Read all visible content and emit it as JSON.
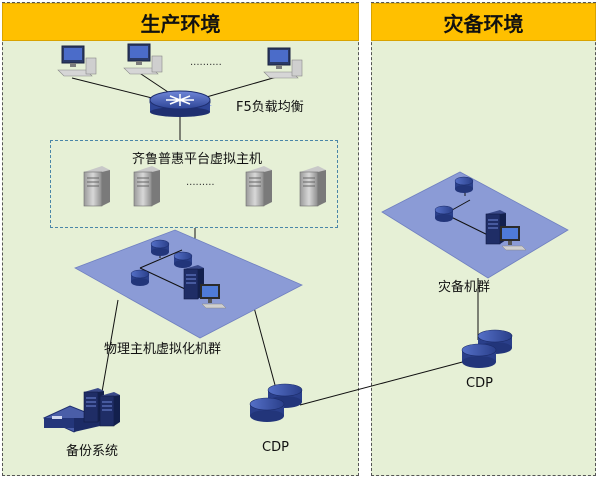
{
  "production_env": {
    "title": "生产环境"
  },
  "dr_env": {
    "title": "灾备环境"
  },
  "labels": {
    "load_balancer": "F5负载均衡",
    "vm_group": "齐鲁普惠平台虚拟主机",
    "physical_cluster": "物理主机虚拟化机群",
    "backup_system": "备份系统",
    "cdp_production": "CDP",
    "dr_cluster": "灾备机群",
    "cdp_dr": "CDP"
  },
  "icons": {
    "client": "desktop-computer-icon",
    "router": "router-icon",
    "server": "tower-server-icon",
    "disk": "database-disk-icon",
    "backup": "backup-appliance-icon"
  },
  "colors": {
    "header": "#ffc000",
    "panel": "#e6f0d6",
    "platform": "#8b9bd6",
    "disk": "#2a3f8a"
  }
}
